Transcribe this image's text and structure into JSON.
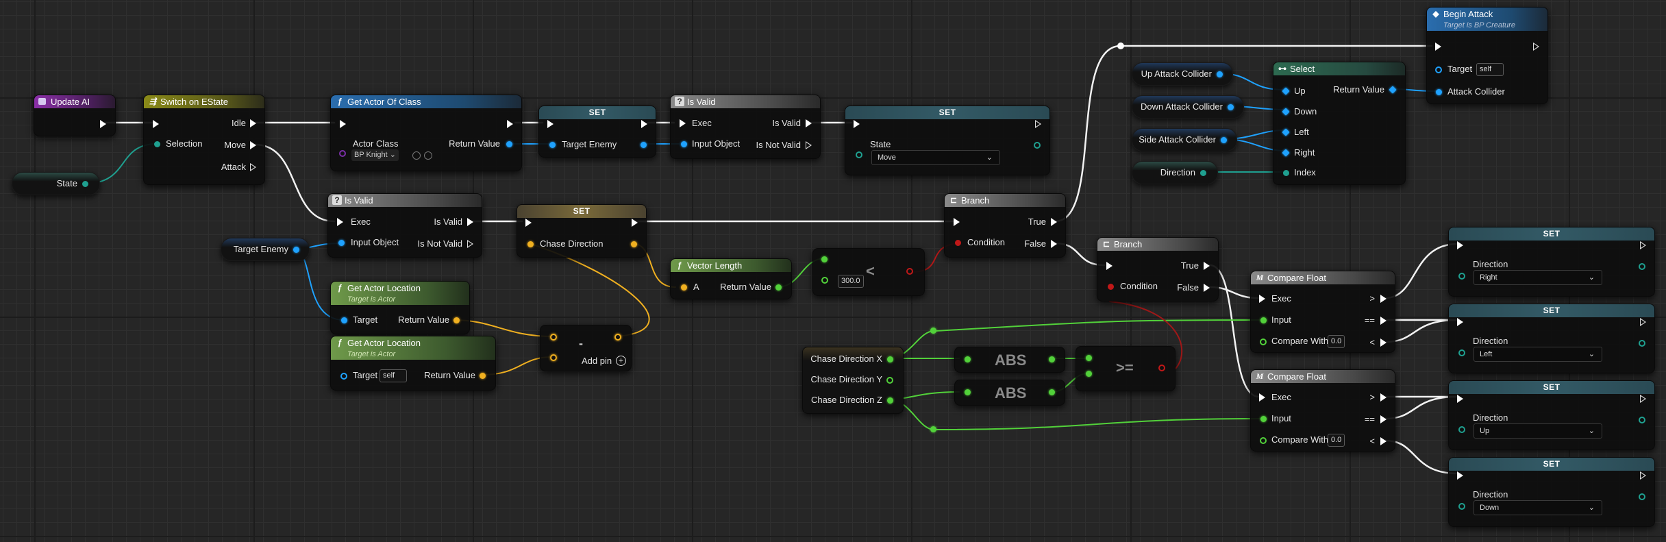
{
  "nodes": {
    "update_ai": {
      "title": "Update AI"
    },
    "switch_estate": {
      "title": "Switch on EState",
      "outputs": [
        "Idle",
        "Move",
        "Attack"
      ],
      "input": "Selection"
    },
    "state_var": {
      "label": "State"
    },
    "get_actor_of_class": {
      "title": "Get Actor Of Class",
      "input": "Actor Class",
      "class_value": "BP Knight",
      "output": "Return Value"
    },
    "set_target_enemy": {
      "title": "SET",
      "input": "Target Enemy"
    },
    "is_valid_1": {
      "title": "Is Valid",
      "exec": "Exec",
      "valid": "Is Valid",
      "not_valid": "Is Not Valid",
      "input": "Input Object"
    },
    "set_state": {
      "title": "SET",
      "input": "State",
      "value": "Move"
    },
    "is_valid_2": {
      "title": "Is Valid",
      "exec": "Exec",
      "valid": "Is Valid",
      "not_valid": "Is Not Valid",
      "input": "Input Object"
    },
    "target_enemy_var": {
      "label": "Target Enemy"
    },
    "set_chase": {
      "title": "SET",
      "input": "Chase Direction"
    },
    "get_loc_1": {
      "title": "Get Actor Location",
      "subtitle": "Target is Actor",
      "input": "Target",
      "output": "Return Value"
    },
    "get_loc_2": {
      "title": "Get Actor Location",
      "subtitle": "Target is Actor",
      "input": "Target",
      "self": "self",
      "output": "Return Value"
    },
    "subtract": {
      "op": "-",
      "add_pin": "Add pin"
    },
    "vector_length": {
      "title": "Vector Length",
      "input": "A",
      "output": "Return Value"
    },
    "less_than": {
      "op": "<",
      "value": "300.0"
    },
    "break_vector": {
      "outputs": [
        "Chase Direction X",
        "Chase Direction Y",
        "Chase Direction Z"
      ]
    },
    "abs_1": {
      "op": "ABS"
    },
    "abs_2": {
      "op": "ABS"
    },
    "gte": {
      "op": ">="
    },
    "branch_1": {
      "title": "Branch",
      "input": "Condition",
      "true": "True",
      "false": "False"
    },
    "branch_2": {
      "title": "Branch",
      "input": "Condition",
      "true": "True",
      "false": "False"
    },
    "begin_attack": {
      "title": "Begin Attack",
      "subtitle": "Target is BP Creature",
      "target": "Target",
      "self": "self",
      "input": "Attack Collider"
    },
    "select": {
      "title": "Select",
      "inputs": [
        "Up",
        "Down",
        "Left",
        "Right",
        "Index"
      ],
      "output": "Return Value"
    },
    "up_collider": {
      "label": "Up Attack Collider"
    },
    "down_collider": {
      "label": "Down Attack Collider"
    },
    "side_collider": {
      "label": "Side Attack Collider"
    },
    "direction_var": {
      "label": "Direction"
    },
    "compare_1": {
      "title": "Compare Float",
      "exec": "Exec",
      "input": "Input",
      "compare": "Compare With",
      "value": "0.0",
      "gt": ">",
      "eq": "==",
      "lt": "<"
    },
    "compare_2": {
      "title": "Compare Float",
      "exec": "Exec",
      "input": "Input",
      "compare": "Compare With",
      "value": "0.0",
      "gt": ">",
      "eq": "==",
      "lt": "<"
    },
    "set_dir_1": {
      "title": "SET",
      "input": "Direction",
      "value": "Right"
    },
    "set_dir_2": {
      "title": "SET",
      "input": "Direction",
      "value": "Left"
    },
    "set_dir_3": {
      "title": "SET",
      "input": "Direction",
      "value": "Up"
    },
    "set_dir_4": {
      "title": "SET",
      "input": "Direction",
      "value": "Down"
    }
  },
  "colors": {
    "exec": "#ffffff",
    "object": "#1fa2ff",
    "float": "#52d13a",
    "vector": "#f0b020",
    "enum": "#1fa090",
    "bool": "#c01818"
  }
}
